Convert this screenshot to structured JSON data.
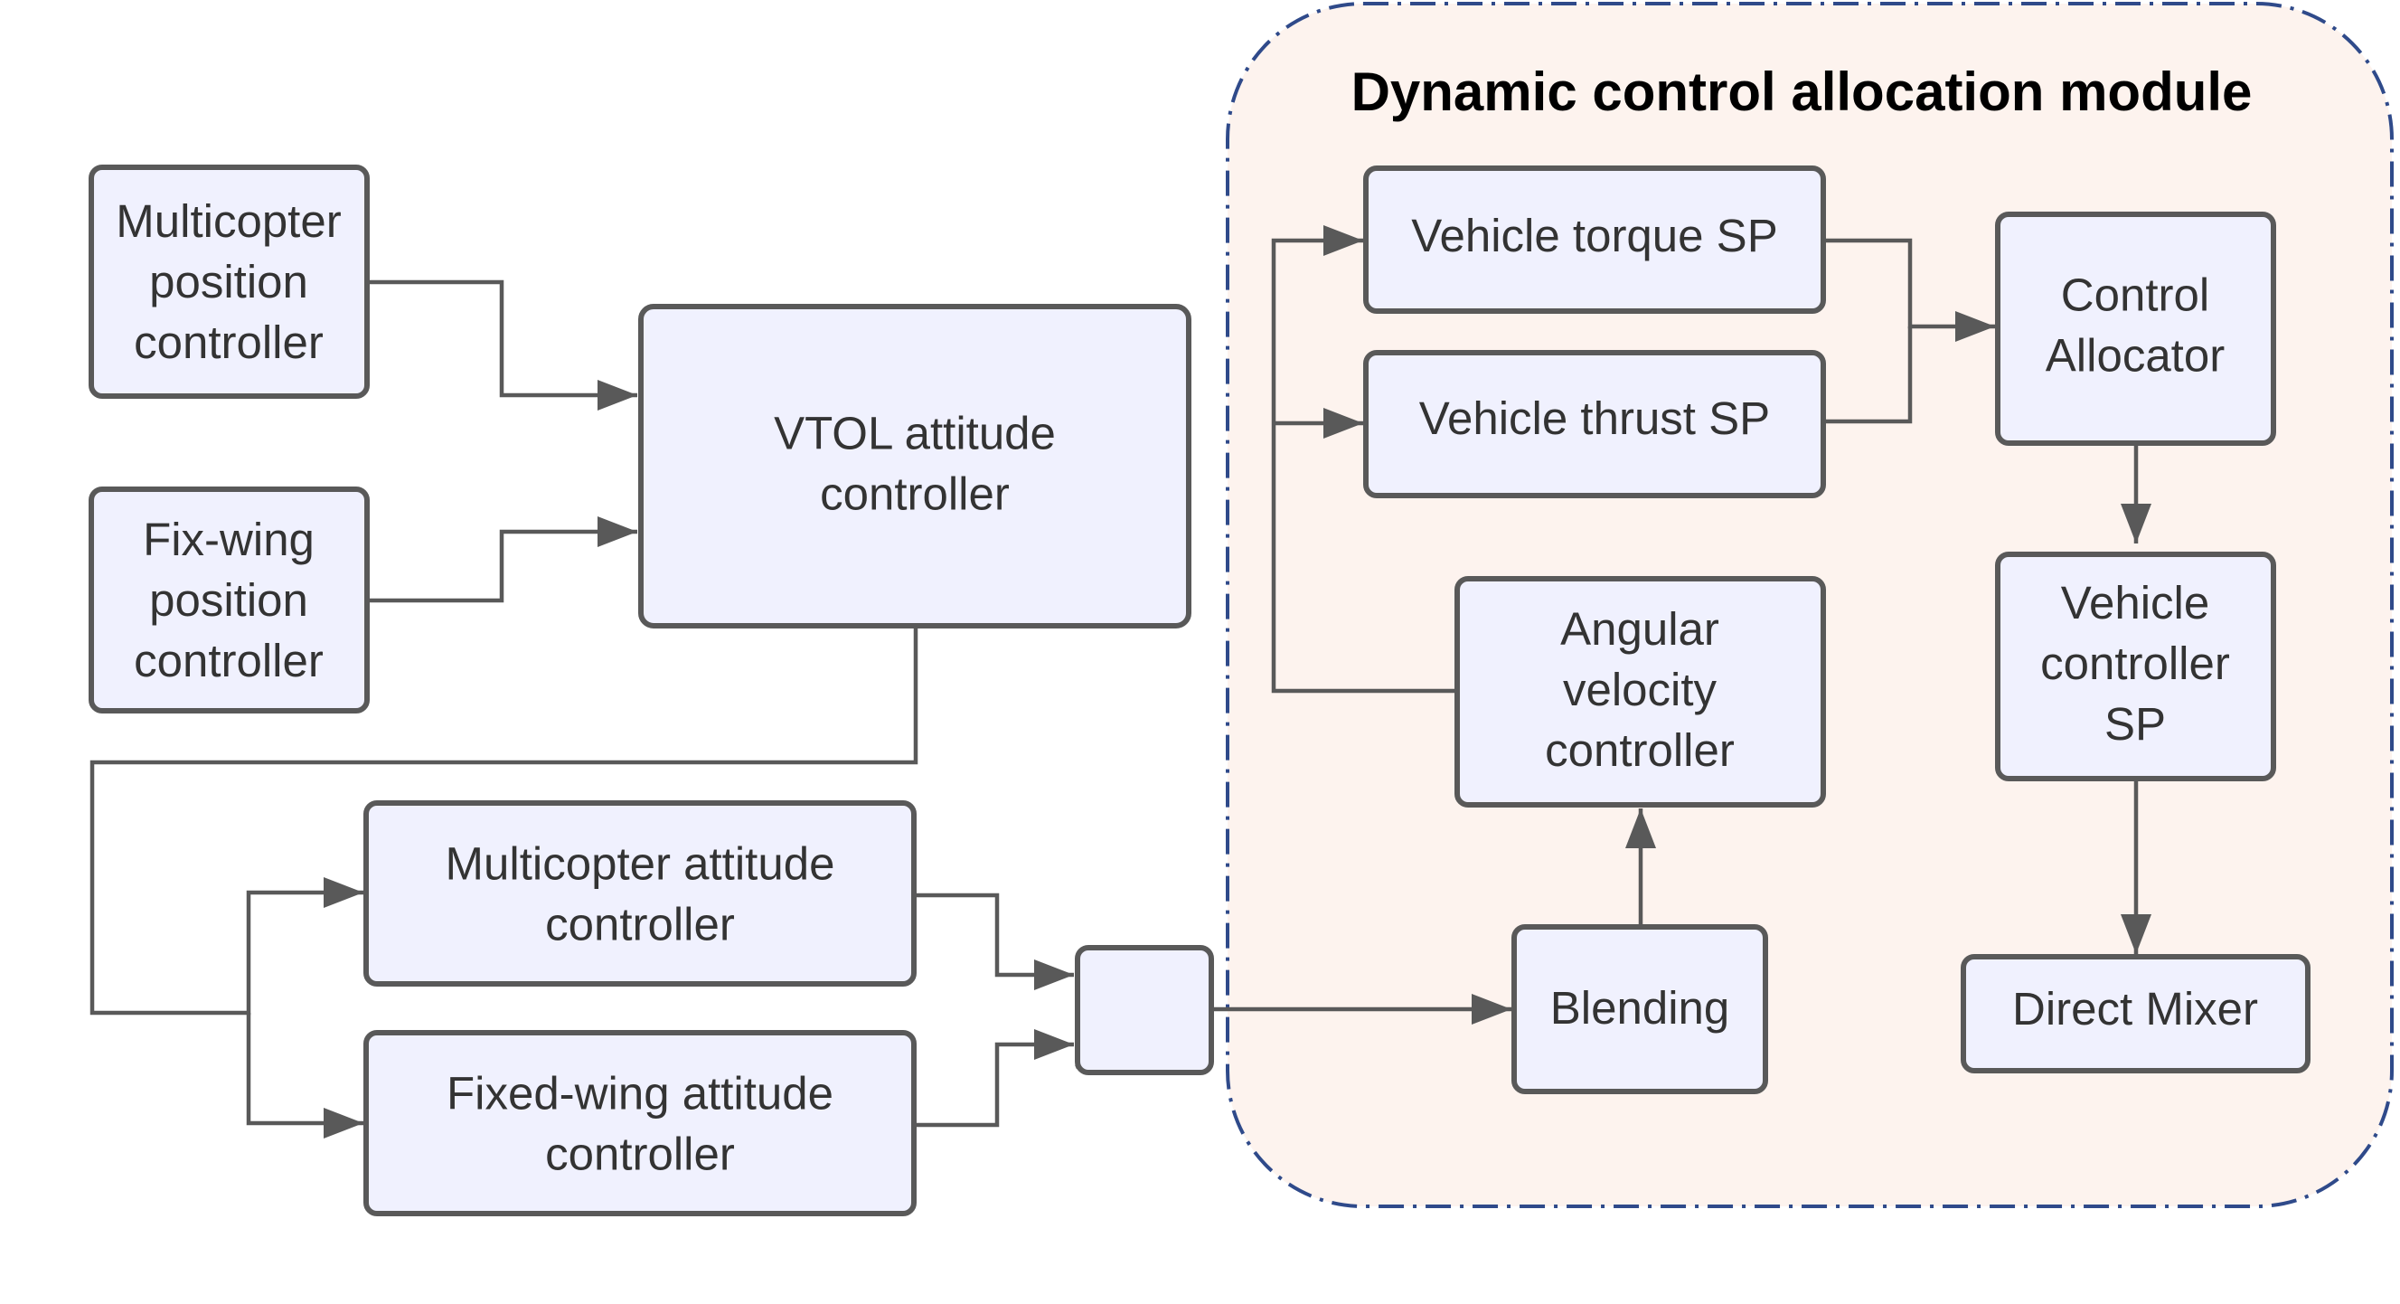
{
  "module": {
    "title": "Dynamic control allocation module"
  },
  "blocks": {
    "mc_pos": [
      "Multicopter",
      "position",
      "controller"
    ],
    "fw_pos": [
      "Fix-wing",
      "position",
      "controller"
    ],
    "vtol_att": [
      "VTOL attitude",
      "controller"
    ],
    "mc_att": [
      "Multicopter attitude",
      "controller"
    ],
    "fw_att": [
      "Fixed-wing attitude",
      "controller"
    ],
    "switch": [],
    "torque_sp": [
      "Vehicle torque SP"
    ],
    "thrust_sp": [
      "Vehicle thrust SP"
    ],
    "ang_vel": [
      "Angular",
      "velocity",
      "controller"
    ],
    "blending": [
      "Blending"
    ],
    "control_alloc": [
      "Control",
      "Allocator"
    ],
    "vehicle_ctrl_sp": [
      "Vehicle",
      "controller",
      "SP"
    ],
    "direct_mixer": [
      "Direct Mixer"
    ]
  },
  "colors": {
    "block_fill": "#f0f1fe",
    "block_stroke": "#595959",
    "module_fill": "#fdf3ee",
    "module_stroke": "#2f4a8a",
    "text": "#333333"
  }
}
